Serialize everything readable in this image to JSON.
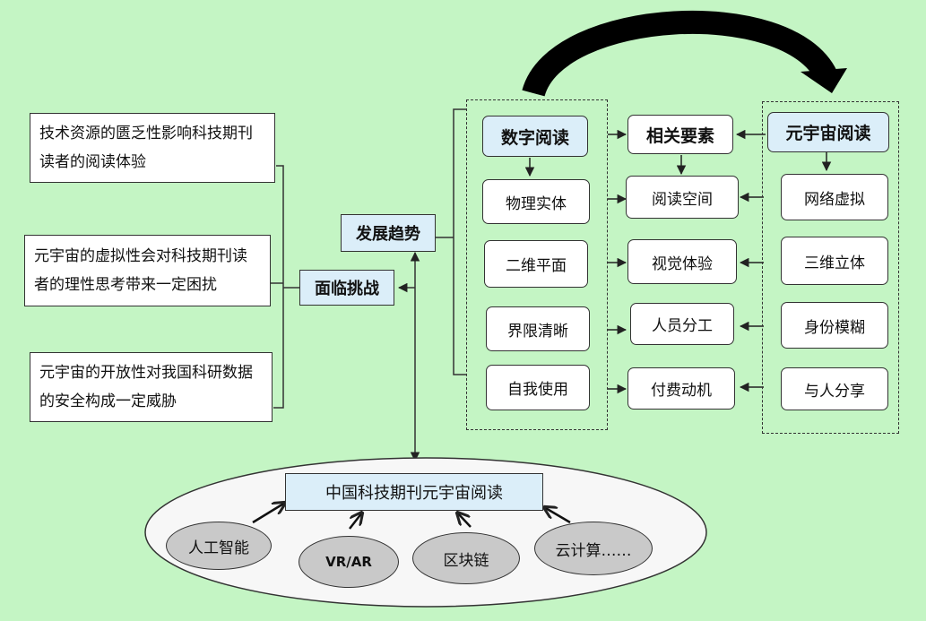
{
  "challenges": [
    "技术资源的匮乏性影响科技期刊读者的阅读体验",
    "元宇宙的虚拟性会对科技期刊读者的理性思考带来一定困扰",
    "元宇宙的开放性对我国科研数据的安全构成一定威胁"
  ],
  "challenge_hub": "面临挑战",
  "trend_hub": "发展趋势",
  "digital": {
    "title": "数字阅读",
    "items": [
      "物理实体",
      "二维平面",
      "界限清晰",
      "自我使用"
    ]
  },
  "elements": {
    "title": "相关要素",
    "items": [
      "阅读空间",
      "视觉体验",
      "人员分工",
      "付费动机"
    ]
  },
  "meta": {
    "title": "元宇宙阅读",
    "items": [
      "网络虚拟",
      "三维立体",
      "身份模糊",
      "与人分享"
    ]
  },
  "core": {
    "title": "中国科技期刊元宇宙阅读",
    "techs": [
      "人工智能",
      "VR/AR",
      "区块链",
      "云计算……"
    ]
  }
}
